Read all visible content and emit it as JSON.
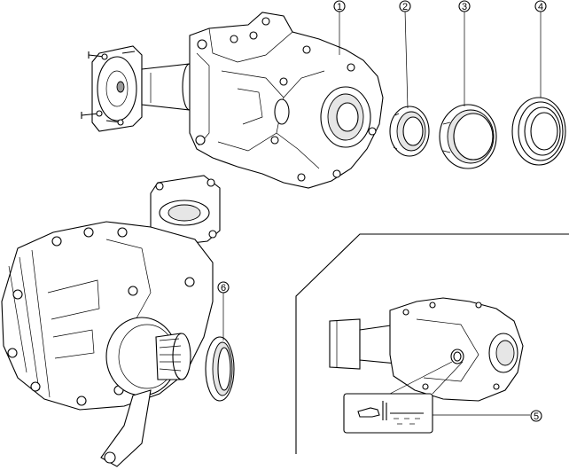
{
  "callouts": [
    {
      "id": "c1",
      "label": "1",
      "part": "transfer-case-assembly"
    },
    {
      "id": "c2",
      "label": "2",
      "part": "small-oil-seal"
    },
    {
      "id": "c3",
      "label": "3",
      "part": "medium-oil-seal"
    },
    {
      "id": "c4",
      "label": "4",
      "part": "large-oil-seal"
    },
    {
      "id": "c5",
      "label": "5",
      "part": "grease-application-symbol"
    },
    {
      "id": "c6",
      "label": "6",
      "part": "output-oil-seal"
    }
  ],
  "colors": {
    "line": "#000000",
    "background": "#ffffff",
    "shade": "#e6e6e6"
  }
}
